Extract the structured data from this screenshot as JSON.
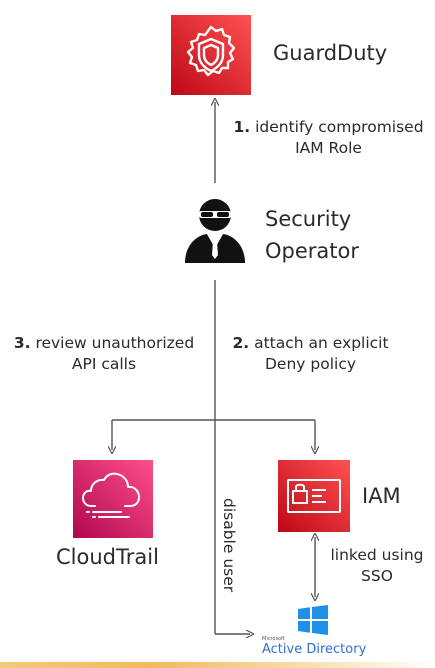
{
  "nodes": {
    "guardduty": {
      "label": "GuardDuty",
      "icon": "guardduty-shield-gear-icon",
      "color": "#e0293d"
    },
    "operator": {
      "label_line1": "Security",
      "label_line2": "Operator",
      "icon": "security-operator-icon"
    },
    "cloudtrail": {
      "label": "CloudTrail",
      "icon": "cloudtrail-cloud-icon",
      "color": "#e8336e"
    },
    "iam": {
      "label": "IAM",
      "icon": "iam-id-card-icon",
      "color": "#d92232"
    },
    "active_directory": {
      "small": "Microsoft",
      "label": "Active Directory",
      "icon": "windows-logo-icon",
      "color": "#1e90e8"
    }
  },
  "steps": {
    "step1": {
      "num": "1.",
      "line1": "identify compromised",
      "line2": "IAM Role"
    },
    "step2": {
      "num": "2.",
      "line1": "attach an explicit",
      "line2": "Deny policy"
    },
    "step3": {
      "num": "3.",
      "line1": "review unauthorized",
      "line2": "API calls"
    },
    "disable": {
      "text": "disable user"
    },
    "linked": {
      "line1": "linked using",
      "line2": "SSO"
    }
  }
}
